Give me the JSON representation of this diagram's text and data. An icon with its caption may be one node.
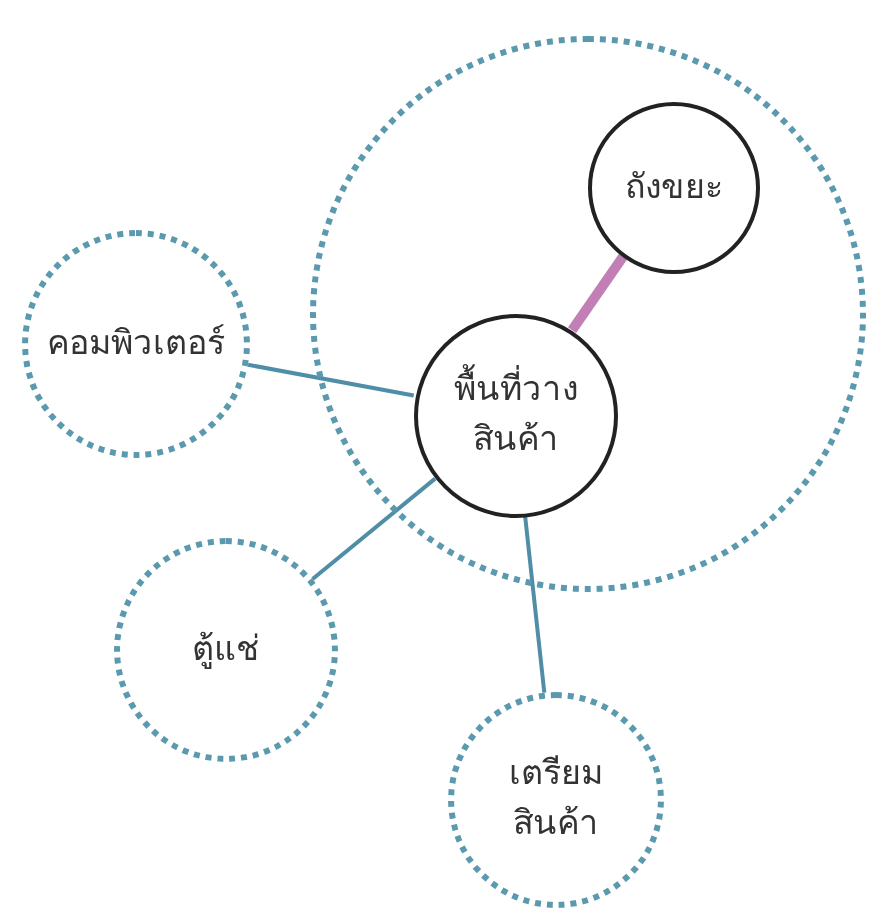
{
  "diagram": {
    "nodes": [
      {
        "text": [],
        "shape": "circle"
      },
      {
        "text": [
          "ถังขยะ"
        ],
        "in": 0
      },
      {
        "text": [
          "พื้นที่วาง สินค้า"
        ],
        "in": 0
      },
      {
        "text": [
          "คอมพิวเตอร์"
        ]
      },
      {
        "text": [
          "ตู้แช่"
        ]
      },
      {
        "text": [
          "เตรียม สินค้า"
        ]
      }
    ],
    "edges": [
      {
        "from": 2,
        "to": 1,
        "arrow": "none",
        "style": "thick",
        "color": "#c27fb5"
      },
      {
        "from": 3,
        "to": 2,
        "arrow": "none"
      },
      {
        "from": 2,
        "to": 4,
        "arrow": "none"
      },
      {
        "from": 2,
        "to": 5,
        "arrow": "none"
      }
    ]
  }
}
